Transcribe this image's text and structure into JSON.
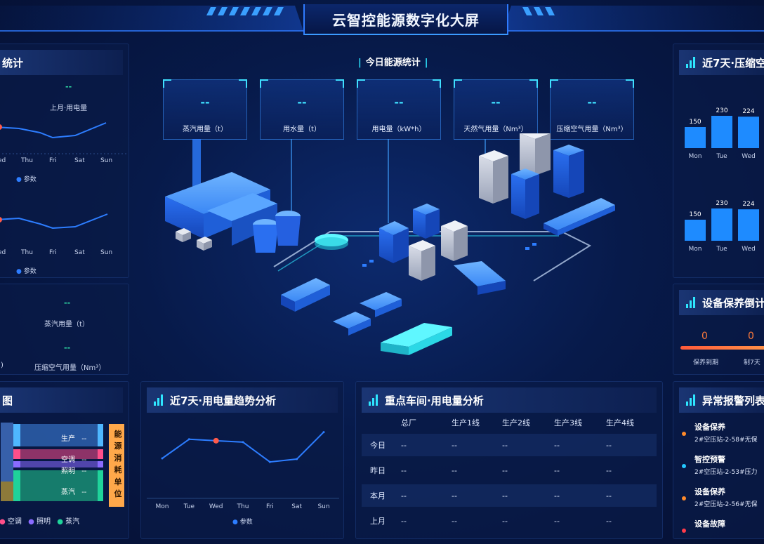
{
  "header": {
    "title": "云智控能源数字化大屏"
  },
  "left_top": {
    "title": "统计",
    "chart1": {
      "value": "--",
      "label": "上月·用电量",
      "days": [
        "ed",
        "Thu",
        "Fri",
        "Sat",
        "Sun"
      ],
      "legend": "参数"
    },
    "chart2": {
      "days": [
        "ed",
        "Thu",
        "Fri",
        "Sat",
        "Sun"
      ],
      "legend": "参数"
    }
  },
  "left_mid": {
    "items": [
      {
        "value": "--",
        "label": "蒸汽用量（t）"
      },
      {
        "value": "--",
        "label": "压缩空气用量（Nm³）"
      }
    ],
    "edge_label": ")"
  },
  "left_bottom": {
    "title": "图",
    "flows": [
      {
        "label": "生产",
        "value": "--"
      },
      {
        "label": "空调",
        "value": "--"
      },
      {
        "label": "照明",
        "value": "--"
      },
      {
        "label": "蒸汽",
        "value": "--"
      }
    ],
    "side_label": [
      "能",
      "源",
      "消",
      "耗",
      "单",
      "位"
    ],
    "legend": [
      "空调",
      "照明",
      "蒸汽"
    ],
    "colors": {
      "production": "#4fb7ff",
      "ac": "#ff4f8a",
      "light": "#8a6bff",
      "steam": "#1fd39a",
      "unit": "#ffa84a"
    }
  },
  "center_top": {
    "title": "今日能源统计",
    "cards": [
      {
        "value": "--",
        "label": "蒸汽用量（t）"
      },
      {
        "value": "--",
        "label": "用水量（t）"
      },
      {
        "value": "--",
        "label": "用电量（kW*h）"
      },
      {
        "value": "--",
        "label": "天然气用量（Nm³）"
      },
      {
        "value": "--",
        "label": "压缩空气用量（Nm³）"
      }
    ]
  },
  "trend": {
    "title": "近7天·用电量趋势分析",
    "legend": "参数",
    "chart_data": {
      "type": "line",
      "x": [
        "Mon",
        "Tue",
        "Wed",
        "Thu",
        "Fri",
        "Sat",
        "Sun"
      ],
      "series": [
        {
          "values": [
            150,
            230,
            224,
            218,
            135,
            147,
            260
          ]
        }
      ],
      "ylim": [
        0,
        300
      ],
      "grid": false
    }
  },
  "workshop": {
    "title": "重点车间·用电量分析",
    "columns": [
      "总厂",
      "生产1线",
      "生产2线",
      "生产3线",
      "生产4线"
    ],
    "rows": [
      {
        "label": "今日",
        "cells": [
          "--",
          "--",
          "--",
          "--",
          "--"
        ]
      },
      {
        "label": "昨日",
        "cells": [
          "--",
          "--",
          "--",
          "--",
          "--"
        ]
      },
      {
        "label": "本月",
        "cells": [
          "--",
          "--",
          "--",
          "--",
          "--"
        ]
      },
      {
        "label": "上月",
        "cells": [
          "--",
          "--",
          "--",
          "--",
          "--"
        ]
      }
    ]
  },
  "right_top": {
    "title": "近7天·压缩空",
    "chart_data": [
      {
        "type": "bar",
        "categories": [
          "Mon",
          "Tue",
          "Wed"
        ],
        "values": [
          150,
          230,
          224
        ],
        "ylim": [
          0,
          260
        ]
      },
      {
        "type": "bar",
        "categories": [
          "Mon",
          "Tue",
          "Wed"
        ],
        "values": [
          150,
          230,
          224
        ],
        "ylim": [
          0,
          260
        ]
      }
    ]
  },
  "maintenance": {
    "title": "设备保养倒计",
    "items": [
      {
        "value": "0",
        "label": "保养到期"
      },
      {
        "value": "0",
        "label": "制7天"
      }
    ]
  },
  "alarms": {
    "title": "异常报警列表",
    "items": [
      {
        "type": "设备保养",
        "detail": "2#空压站-2-58#无保",
        "color": "#ff8a2a"
      },
      {
        "type": "智控预警",
        "detail": "2#空压站-2-53#压力",
        "color": "#23c8ff"
      },
      {
        "type": "设备保养",
        "detail": "2#空压站-2-56#无保",
        "color": "#ff8a2a"
      },
      {
        "type": "设备故障",
        "detail": "",
        "color": "#ff3b4a"
      }
    ]
  }
}
